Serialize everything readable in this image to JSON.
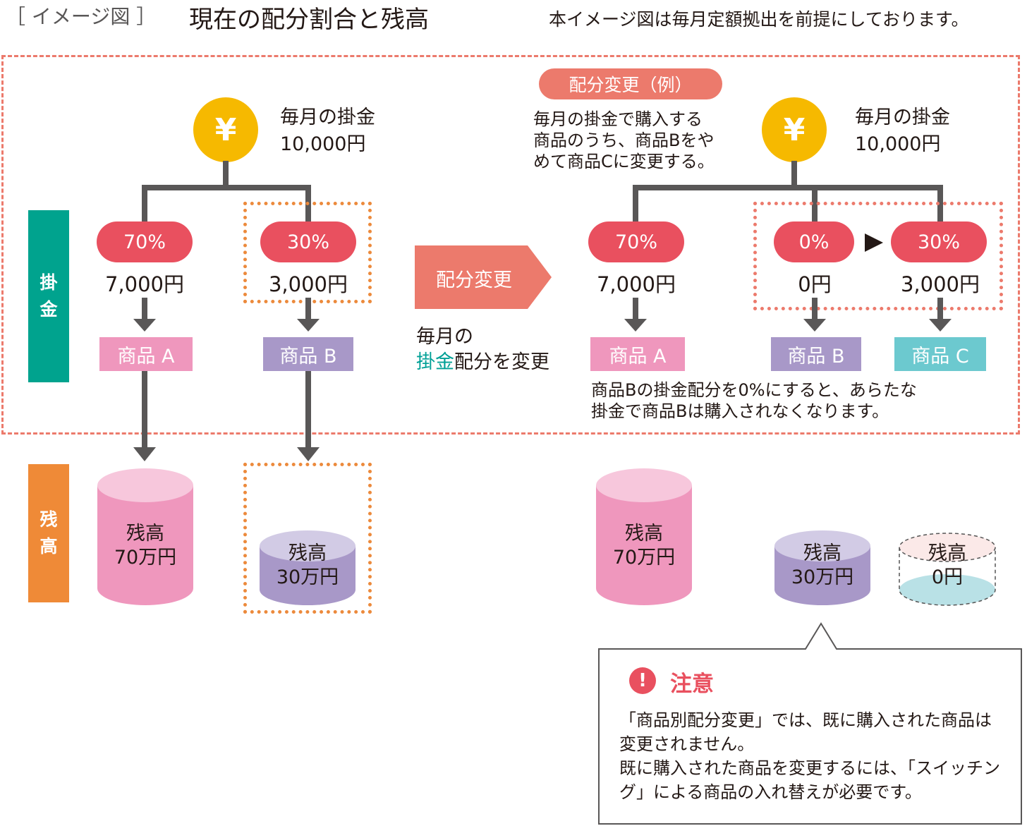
{
  "header": {
    "tag": "［ イメージ図 ］",
    "title": "現在の配分割合と残高",
    "note": "本イメージ図は毎月定額拠出を前提にしております。"
  },
  "labels": {
    "contribution": [
      "掛",
      "金"
    ],
    "balance": [
      "残",
      "高"
    ]
  },
  "before": {
    "coin": "¥",
    "monthly_line1": "毎月の掛金",
    "monthly_line2": "10,000円",
    "a": {
      "percent": "70%",
      "amount": "7,000円",
      "product": "商品 A",
      "balance_line1": "残高",
      "balance_line2": "70万円"
    },
    "b": {
      "percent": "30%",
      "amount": "3,000円",
      "product": "商品 B",
      "balance_line1": "残高",
      "balance_line2": "30万円"
    }
  },
  "middle": {
    "arrow_label": "配分変更",
    "text_line1": "毎月の",
    "text_highlight": "掛金",
    "text_rest": "配分を変更"
  },
  "after": {
    "badge": "配分変更（例）",
    "explain": [
      "毎月の掛金で購入する",
      "商品のうち、商品Bをや",
      "めて商品Cに変更する。"
    ],
    "coin": "¥",
    "monthly_line1": "毎月の掛金",
    "monthly_line2": "10,000円",
    "a": {
      "percent": "70%",
      "amount": "7,000円",
      "product": "商品 A",
      "balance_line1": "残高",
      "balance_line2": "70万円"
    },
    "b": {
      "percent": "0%",
      "amount": "0円",
      "product": "商品 B",
      "balance_line1": "残高",
      "balance_line2": "30万円"
    },
    "c": {
      "percent": "30%",
      "amount": "3,000円",
      "product": "商品 C",
      "balance_line1": "残高",
      "balance_line2": "0円"
    },
    "note": [
      "商品Bの掛金配分を0%にすると、あらたな",
      "掛金で商品Bは購入されなくなります。"
    ]
  },
  "callout": {
    "icon": "!",
    "title": "注意",
    "body": [
      "「商品別配分変更」では、既に購入された商品は",
      "変更されません。",
      "既に購入された商品を変更するには、「スイッチン",
      "グ」による商品の入れ替えが必要です。"
    ]
  },
  "colors": {
    "coin": "#f6b900",
    "pill": "#e9505f",
    "product_a": "#ef97bd",
    "product_b": "#a898c8",
    "product_c": "#6cc9cf",
    "contribution_label": "#00a38e",
    "balance_label": "#ef8a37",
    "frame": "#ec7a6c"
  }
}
